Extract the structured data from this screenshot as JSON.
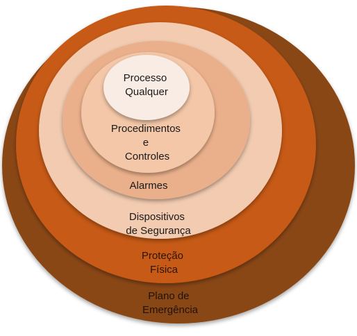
{
  "layers": [
    {
      "id": "plano-de-emergencia",
      "lines": [
        "Plano de",
        "Emergência"
      ],
      "fill": "#8a4616",
      "text_color": "#1f1209"
    },
    {
      "id": "protecao-fisica",
      "lines": [
        "Proteção",
        "Física"
      ],
      "fill": "#c65a14",
      "text_color": "#2a1406"
    },
    {
      "id": "dispositivos-de-seguranca",
      "lines": [
        "Dispositivos",
        "de Segurança"
      ],
      "fill": "#f2cbb0",
      "text_color": "#1a1a1a"
    },
    {
      "id": "alarmes",
      "lines": [
        "Alarmes"
      ],
      "fill": "#eab08b",
      "text_color": "#1a1a1a"
    },
    {
      "id": "procedimentos-e-controles",
      "lines": [
        "Procedimentos",
        "e",
        "Controles"
      ],
      "fill": "#f3c7a8",
      "text_color": "#1a1a1a"
    },
    {
      "id": "processo-qualquer",
      "lines": [
        "Processo",
        "Qualquer"
      ],
      "fill": "#f8ece4",
      "text_color": "#1a1a1a"
    }
  ]
}
